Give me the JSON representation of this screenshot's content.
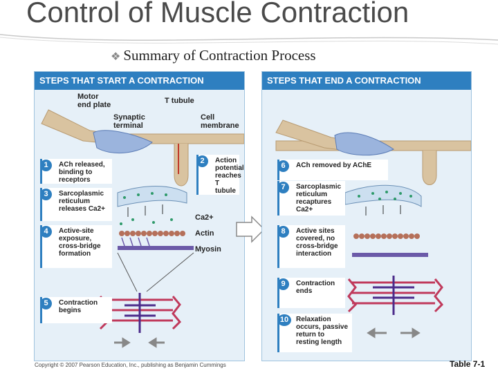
{
  "slide": {
    "title": "Control of Muscle Contraction",
    "subtitle": "Summary of Contraction Process"
  },
  "left_panel": {
    "header": "STEPS THAT START A CONTRACTION",
    "labels": {
      "motor_end_plate": "Motor end plate",
      "t_tubule": "T tubule",
      "synaptic_terminal": "Synaptic terminal",
      "cell_membrane": "Cell membrane",
      "ca": "Ca2+",
      "actin": "Actin",
      "myosin": "Myosin"
    },
    "steps": [
      {
        "num": "1",
        "text": "ACh released, binding to receptors"
      },
      {
        "num": "2",
        "text": "Action potential reaches T tubule"
      },
      {
        "num": "3",
        "text": "Sarcoplasmic reticulum releases Ca2+"
      },
      {
        "num": "4",
        "text": "Active-site exposure, cross-bridge formation"
      },
      {
        "num": "5",
        "text": "Contraction begins"
      }
    ]
  },
  "right_panel": {
    "header": "STEPS THAT END A CONTRACTION",
    "steps": [
      {
        "num": "6",
        "text": "ACh removed by AChE"
      },
      {
        "num": "7",
        "text": "Sarcoplasmic reticulum recaptures Ca2+"
      },
      {
        "num": "8",
        "text": "Active sites covered, no cross-bridge interaction"
      },
      {
        "num": "9",
        "text": "Contraction ends"
      },
      {
        "num": "10",
        "text": "Relaxation occurs, passive return to resting length"
      }
    ]
  },
  "footer": {
    "copyright": "Copyright © 2007 Pearson Education, Inc., publishing as Benjamin Cummings",
    "table_ref": "Table 7-1"
  },
  "colors": {
    "header_blue": "#2e7fc0",
    "panel_bg": "#e6f0f8",
    "nerve": "#d9c3a0",
    "terminal": "#9bb4dd",
    "sarcomere": "#c0395b",
    "myosin": "#4b2a8a"
  }
}
